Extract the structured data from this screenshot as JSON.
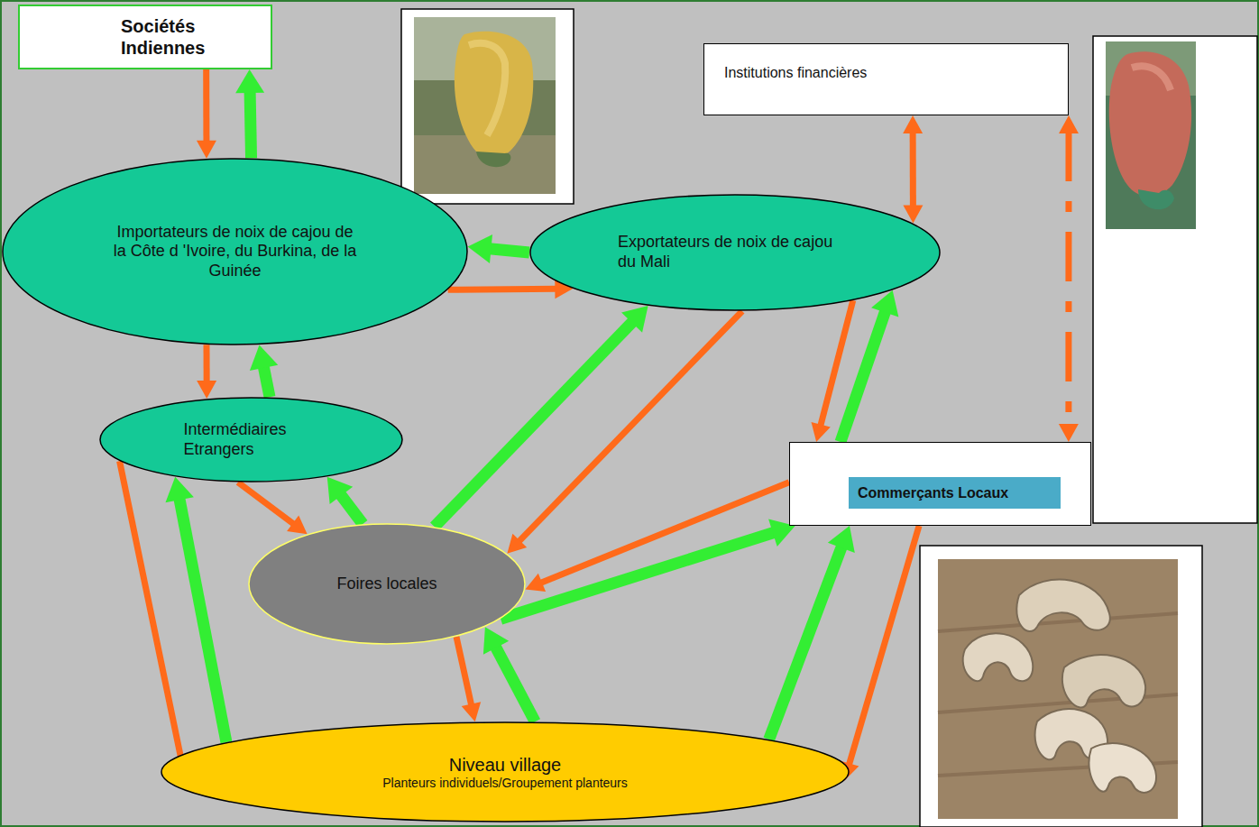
{
  "diagram": {
    "nodes": [
      {
        "text": [
          "Sociétés Indiennes"
        ]
      },
      {
        "text": [
          "Institutions financières"
        ]
      },
      {
        "text": [
          "Importateurs de noix de cajou de la Côte d 'Ivoire, du Burkina, de la Guinée"
        ]
      },
      {
        "text": [
          "Exportateurs de noix de cajou du Mali"
        ]
      },
      {
        "text": [
          "Intermédiaires Etrangers"
        ]
      },
      {
        "text": [
          "Commerçants Locaux"
        ]
      },
      {
        "text": [
          "Foires locales"
        ]
      },
      {
        "text": [
          "Niveau village",
          "Planteurs individuels/Groupement planteurs"
        ]
      }
    ],
    "edges": [
      {
        "from": 0,
        "to": 2,
        "arrow": "to"
      },
      {
        "from": 2,
        "to": 0,
        "arrow": "to"
      },
      {
        "from": 3,
        "to": 2,
        "arrow": "to"
      },
      {
        "from": 2,
        "to": 3,
        "arrow": "to"
      },
      {
        "from": 1,
        "to": 3,
        "arrow": "both"
      },
      {
        "from": 1,
        "to": 5,
        "arrow": "both"
      },
      {
        "from": 2,
        "to": 4,
        "arrow": "to"
      },
      {
        "from": 4,
        "to": 2,
        "arrow": "to"
      },
      {
        "from": 4,
        "to": 7,
        "arrow": "to"
      },
      {
        "from": 7,
        "to": 4,
        "arrow": "to"
      },
      {
        "from": 4,
        "to": 6,
        "arrow": "to"
      },
      {
        "from": 6,
        "to": 4,
        "arrow": "to"
      },
      {
        "from": 6,
        "to": 3,
        "arrow": "to"
      },
      {
        "from": 3,
        "to": 6,
        "arrow": "to"
      },
      {
        "from": 3,
        "to": 5,
        "arrow": "to"
      },
      {
        "from": 5,
        "to": 3,
        "arrow": "to"
      },
      {
        "from": 5,
        "to": 6,
        "arrow": "to"
      },
      {
        "from": 6,
        "to": 5,
        "arrow": "to"
      },
      {
        "from": 6,
        "to": 7,
        "arrow": "to"
      },
      {
        "from": 7,
        "to": 6,
        "arrow": "to"
      },
      {
        "from": 7,
        "to": 5,
        "arrow": "to"
      },
      {
        "from": 5,
        "to": 7,
        "arrow": "to"
      }
    ]
  }
}
